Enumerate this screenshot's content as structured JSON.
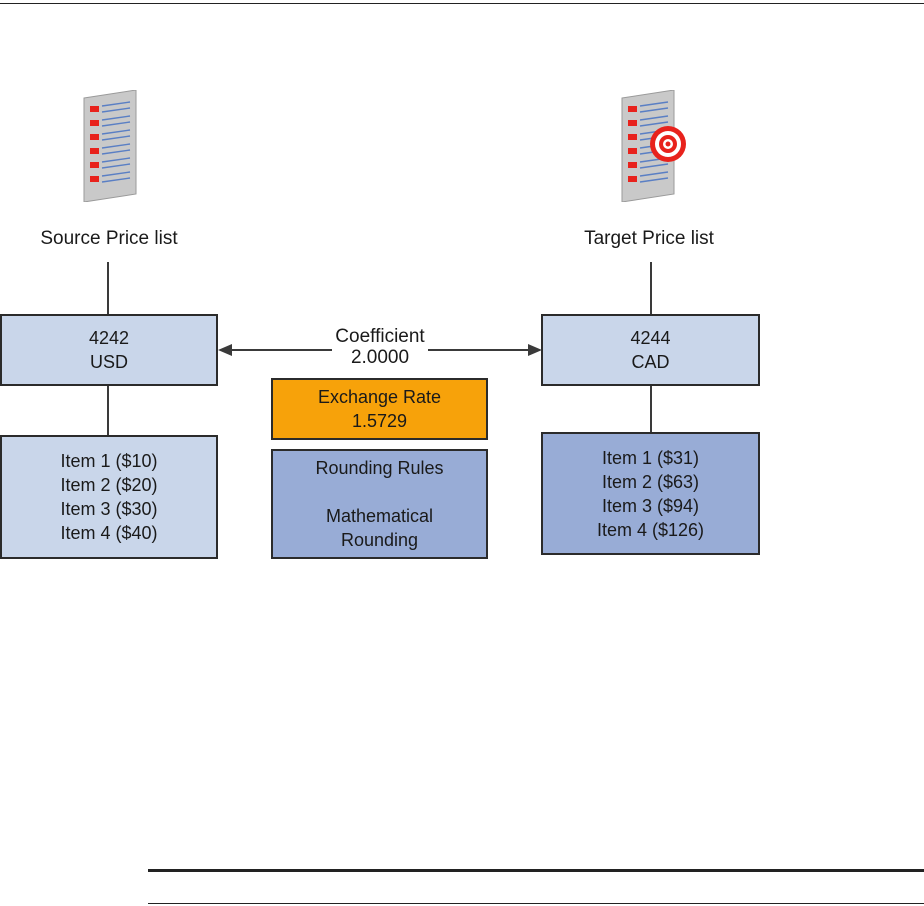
{
  "diagram": {
    "source": {
      "label": "Source Price list",
      "header": [
        "4242",
        "USD"
      ],
      "items": [
        "Item 1 ($10)",
        "Item 2 ($20)",
        "Item 3 ($30)",
        "Item 4 ($40)"
      ]
    },
    "target": {
      "label": "Target Price list",
      "header": [
        "4244",
        "CAD"
      ],
      "items": [
        "Item 1 ($31)",
        "Item 2 ($63)",
        "Item 3 ($94)",
        "Item 4 ($126)"
      ]
    },
    "coefficient": [
      "Coefficient",
      "2.0000"
    ],
    "exchange_rate": [
      "Exchange Rate",
      "1.5729"
    ],
    "rounding": [
      "Rounding Rules",
      "",
      "Mathematical",
      "Rounding"
    ]
  },
  "icons": {
    "source": "document-list-icon",
    "target": "document-target-icon"
  },
  "colors": {
    "header_box": "#c9d6ea",
    "source_items_box": "#c9d6ea",
    "target_items_box": "#98acd6",
    "rounding_box": "#98acd6",
    "exchange_box": "#f7a20a",
    "bullets": "#e8221c"
  }
}
